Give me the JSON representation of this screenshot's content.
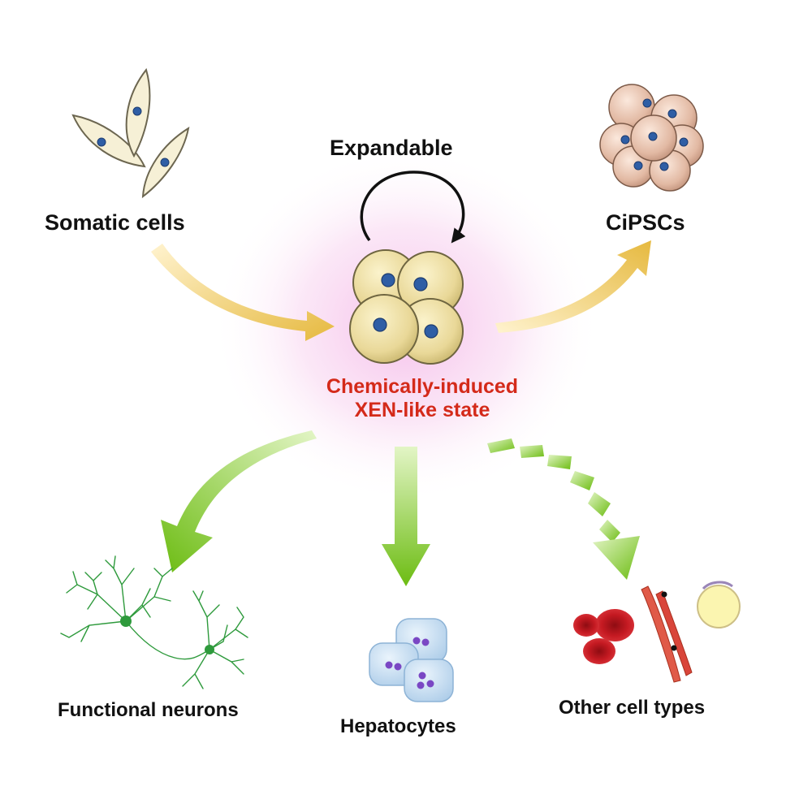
{
  "labels": {
    "somatic": "Somatic cells",
    "expandable": "Expandable",
    "cipscs": "CiPSCs",
    "center_line1": "Chemically-induced",
    "center_line2": "XEN-like state",
    "neurons": "Functional neurons",
    "hepatocytes": "Hepatocytes",
    "other": "Other cell types"
  },
  "colors": {
    "center_text": "#d42a1a",
    "label_text": "#111111",
    "yellow_arrow": "#e8c25a",
    "green_arrow": "#7ec81e",
    "glow": "#f7c6ea",
    "xen_cell": "#efe3a6",
    "nucleus": "#2f5ea5",
    "cipsc_cell": "#e6c3ae",
    "somatic_cell": "#f6f0d6",
    "neuron": "#2e9a3c",
    "hepatocyte": "#c3ddf3",
    "hepatocyte_nucleus": "#7a47c4",
    "red_blood_cell": "#c4161e",
    "muscle_cell": "#e05a48",
    "adipocyte": "#fbf5b0"
  }
}
